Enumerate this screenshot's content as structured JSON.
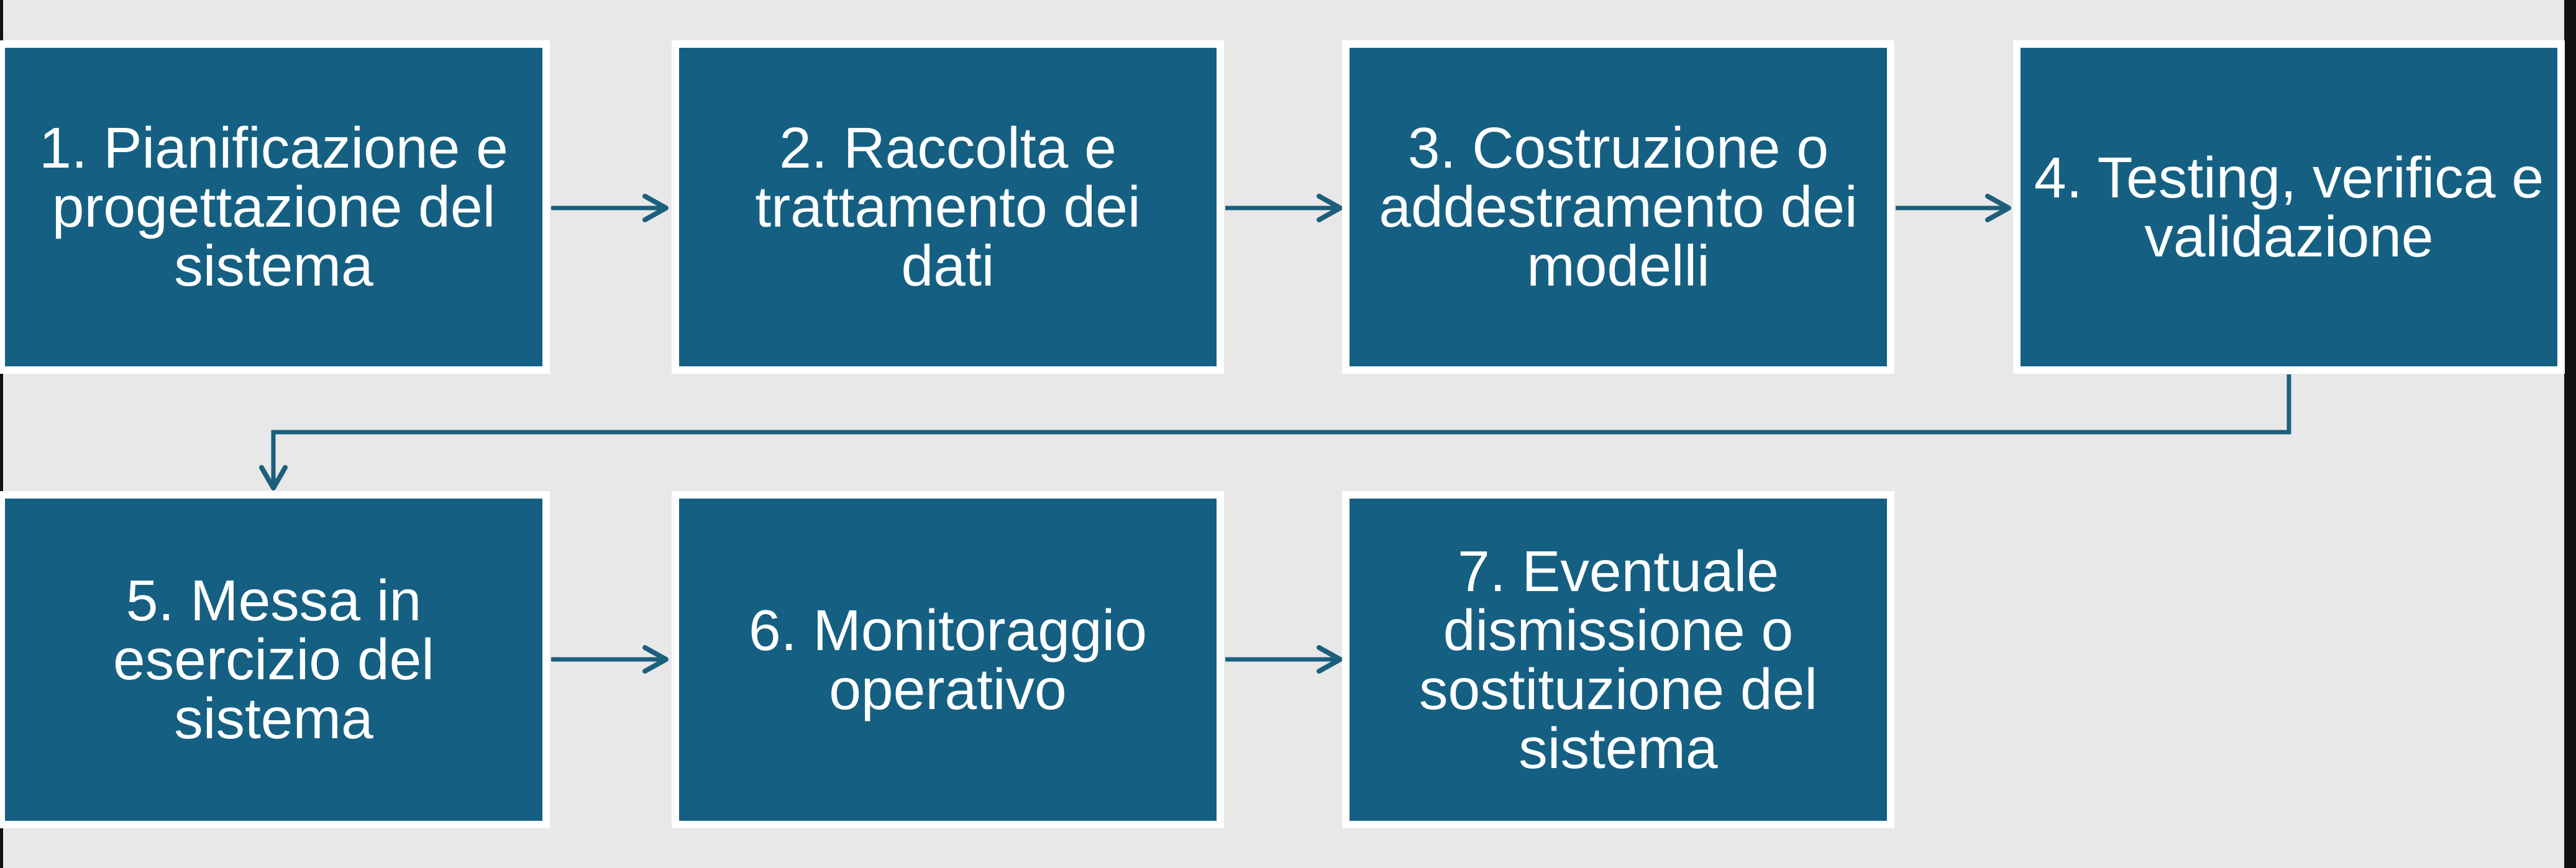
{
  "colors": {
    "background": "#E8E8E8",
    "box_fill": "#156082",
    "box_border": "#FFFFFF",
    "box_text": "#FFFFFF",
    "connector": "#1C5F7C",
    "edge_line": "#111111"
  },
  "flowchart": {
    "type": "process-flow",
    "language": "it",
    "boxes": [
      {
        "step": 1,
        "label": "1. Pianificazione e\nprogettazione del\nsistema"
      },
      {
        "step": 2,
        "label": "2. Raccolta e\ntrattamento dei\ndati"
      },
      {
        "step": 3,
        "label": "3. Costruzione o\naddestramento dei\nmodelli"
      },
      {
        "step": 4,
        "label": "4. Testing, verifica e\nvalidazione"
      },
      {
        "step": 5,
        "label": "5. Messa in\nesercizio del\nsistema"
      },
      {
        "step": 6,
        "label": "6. Monitoraggio\noperativo"
      },
      {
        "step": 7,
        "label": "7. Eventuale\ndismissione o\nsostituzione del\nsistema"
      }
    ],
    "connectors": [
      {
        "from": 1,
        "to": 2,
        "type": "straight-right"
      },
      {
        "from": 2,
        "to": 3,
        "type": "straight-right"
      },
      {
        "from": 3,
        "to": 4,
        "type": "straight-right"
      },
      {
        "from": 4,
        "to": 5,
        "type": "elbow-down-left-down"
      },
      {
        "from": 5,
        "to": 6,
        "type": "straight-right"
      },
      {
        "from": 6,
        "to": 7,
        "type": "straight-right"
      }
    ]
  }
}
